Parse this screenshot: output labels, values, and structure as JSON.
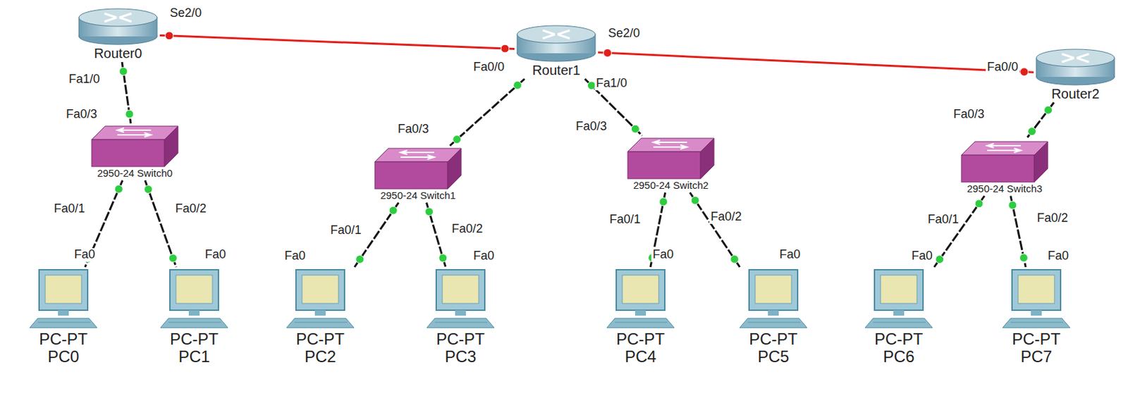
{
  "diagram": {
    "nodes": [
      {
        "text": [
          "Router0"
        ]
      },
      {
        "text": [
          "Router1"
        ]
      },
      {
        "text": [
          "Router2"
        ]
      },
      {
        "text": [
          "2950-24 Switch0"
        ]
      },
      {
        "text": [
          "2950-24 Switch1"
        ]
      },
      {
        "text": [
          "2950-24 Switch2"
        ]
      },
      {
        "text": [
          "2950-24 Switch3"
        ]
      },
      {
        "text": [
          "PC-PT PC0"
        ]
      },
      {
        "text": [
          "PC-PT PC1"
        ]
      },
      {
        "text": [
          "PC-PT PC2"
        ]
      },
      {
        "text": [
          "PC-PT PC3"
        ]
      },
      {
        "text": [
          "PC-PT PC4"
        ]
      },
      {
        "text": [
          "PC-PT PC5"
        ]
      },
      {
        "text": [
          "PC-PT PC6"
        ]
      },
      {
        "text": [
          "PC-PT PC7"
        ]
      }
    ],
    "edges": [
      {
        "from": 0,
        "to": 1,
        "arrow": "none"
      },
      {
        "from": 1,
        "to": 2,
        "arrow": "none"
      },
      {
        "from": 0,
        "to": 3,
        "arrow": "none"
      },
      {
        "from": 1,
        "to": 4,
        "arrow": "none"
      },
      {
        "from": 1,
        "to": 5,
        "arrow": "none"
      },
      {
        "from": 2,
        "to": 6,
        "arrow": "none"
      },
      {
        "from": 3,
        "to": 7,
        "arrow": "none"
      },
      {
        "from": 3,
        "to": 8,
        "arrow": "none"
      },
      {
        "from": 4,
        "to": 9,
        "arrow": "none"
      },
      {
        "from": 4,
        "to": 10,
        "arrow": "none"
      },
      {
        "from": 5,
        "to": 11,
        "arrow": "none"
      },
      {
        "from": 5,
        "to": 12,
        "arrow": "none"
      },
      {
        "from": 6,
        "to": 13,
        "arrow": "none"
      },
      {
        "from": 6,
        "to": 14,
        "arrow": "none"
      }
    ],
    "labels": [
      "Se2/0",
      "Fa1/0",
      "Fa0/3",
      "Fa0/2",
      "Fa0/1",
      "Fa0",
      "Fa0",
      "Fa0/0",
      "Se2/0",
      "Fa1/0",
      "Fa0/3",
      "Fa0/3",
      "Fa0/1",
      "Fa0/2",
      "Fa0",
      "Fa0",
      "Fa0/1",
      "Fa0/2",
      "Fa0",
      "Fa0",
      "Fa0/0",
      "Fa0/3",
      "Fa0/1",
      "Fa0/2",
      "Fa0",
      "Fa0"
    ]
  }
}
